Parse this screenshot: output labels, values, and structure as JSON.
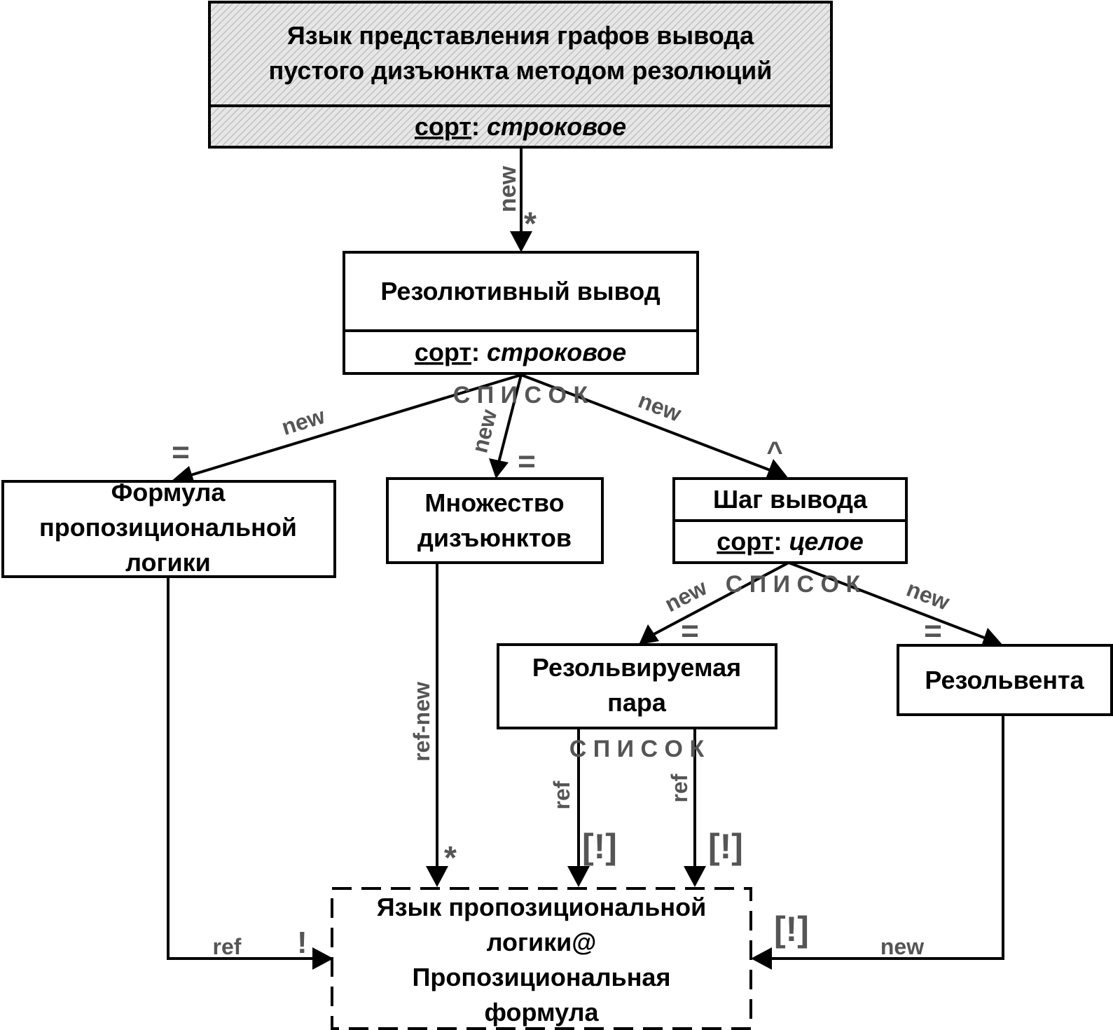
{
  "nodes": {
    "root": {
      "title": [
        "Язык представления графов вывода",
        "пустого дизъюнкта методом резолюций"
      ],
      "sort_label": "сорт",
      "sort_value": "строковое"
    },
    "resolution": {
      "title": "Резолютивный вывод",
      "sort_label": "сорт",
      "sort_value": "строковое"
    },
    "formula": {
      "title": [
        "Формула",
        "пропозициональной",
        "логики"
      ]
    },
    "clause_set": {
      "title": [
        "Множество",
        "дизъюнктов"
      ]
    },
    "step": {
      "title": "Шаг вывода",
      "sort_label": "сорт",
      "sort_value": "целое"
    },
    "pair": {
      "title": [
        "Резольвируемая",
        "пара"
      ]
    },
    "resolvent": {
      "title": "Резольвента"
    },
    "prop_lang": {
      "title": [
        "Язык пропозициональной",
        "логики@",
        "Пропозициональная",
        "формула"
      ]
    }
  },
  "edges": {
    "root_new": "new",
    "root_star": "*",
    "list_1": "С П И С О К",
    "res_formula_new": "new",
    "res_formula_eq": "=",
    "res_set_new": "new",
    "res_set_eq": "=",
    "res_step_new": "new",
    "res_step_hat": "^",
    "list_2": "С П И С О К",
    "step_pair_new": "new",
    "step_pair_eq": "=",
    "step_resolvent_new": "new",
    "step_resolvent_eq": "=",
    "list_3": "С П И С О К",
    "pair_ref_1": "ref",
    "pair_ref_1_mark": "[!]",
    "pair_ref_2": "ref",
    "pair_ref_2_mark": "[!]",
    "set_refnew": "ref-new",
    "set_refnew_star": "*",
    "formula_ref": "ref",
    "formula_ref_mark": "!",
    "resolvent_new": "new",
    "resolvent_mark": "[!]"
  }
}
